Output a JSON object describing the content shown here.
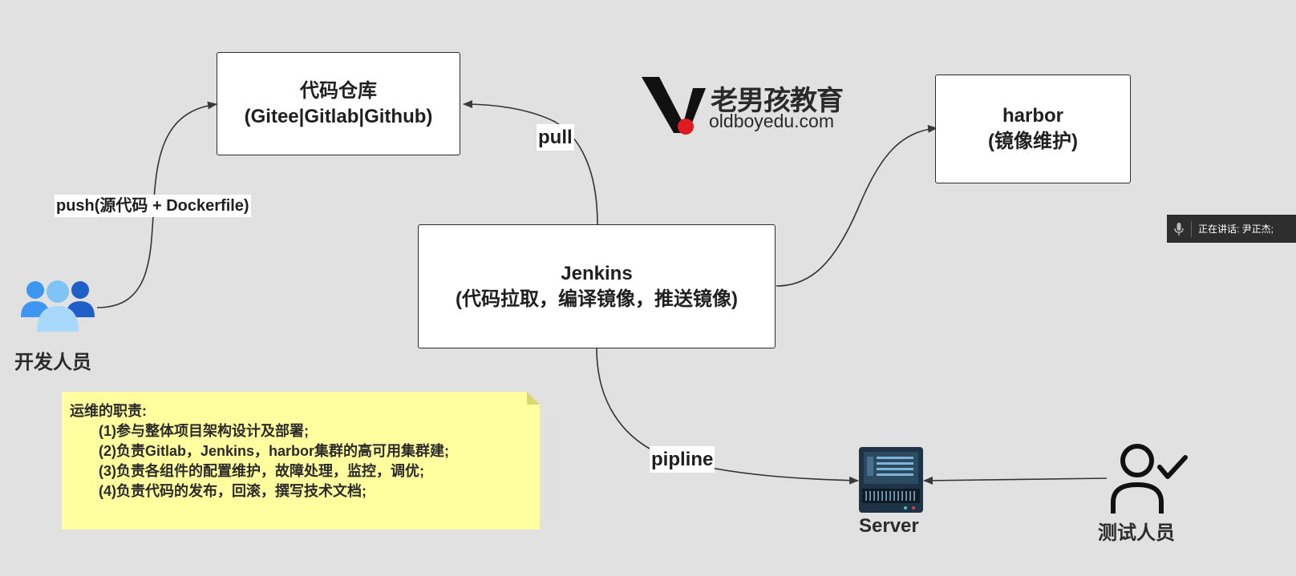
{
  "nodes": {
    "repo": {
      "title": "代码仓库",
      "subtitle": "(Gitee|Gitlab|Github)"
    },
    "harbor": {
      "title": "harbor",
      "subtitle": "(镜像维护)"
    },
    "jenkins": {
      "title": "Jenkins",
      "subtitle": "(代码拉取，编译镜像，推送镜像)"
    }
  },
  "edges": {
    "push": "push(源代码 + Dockerfile)",
    "pull": "pull",
    "pipline": "pipline"
  },
  "actors": {
    "developers": "开发人员",
    "server": "Server",
    "testers": "测试人员"
  },
  "note": {
    "title": "运维的职责:",
    "items": [
      "(1)参与整体项目架构设计及部署;",
      "(2)负责Gitlab，Jenkins，harbor集群的高可用集群建;",
      "(3)负责各组件的配置维护，故障处理，监控，调优;",
      "(4)负责代码的发布，回滚，撰写技术文档;"
    ]
  },
  "logo": {
    "cn": "老男孩教育",
    "en": "oldboyedu.com"
  },
  "status": {
    "speaking": "正在讲话: 尹正杰;"
  },
  "colors": {
    "background": "#e1e1e1",
    "note": "#ffff9f",
    "people_light": "#6fb8f5",
    "people_dark": "#1f6fd0",
    "logo_red": "#e01a22"
  }
}
